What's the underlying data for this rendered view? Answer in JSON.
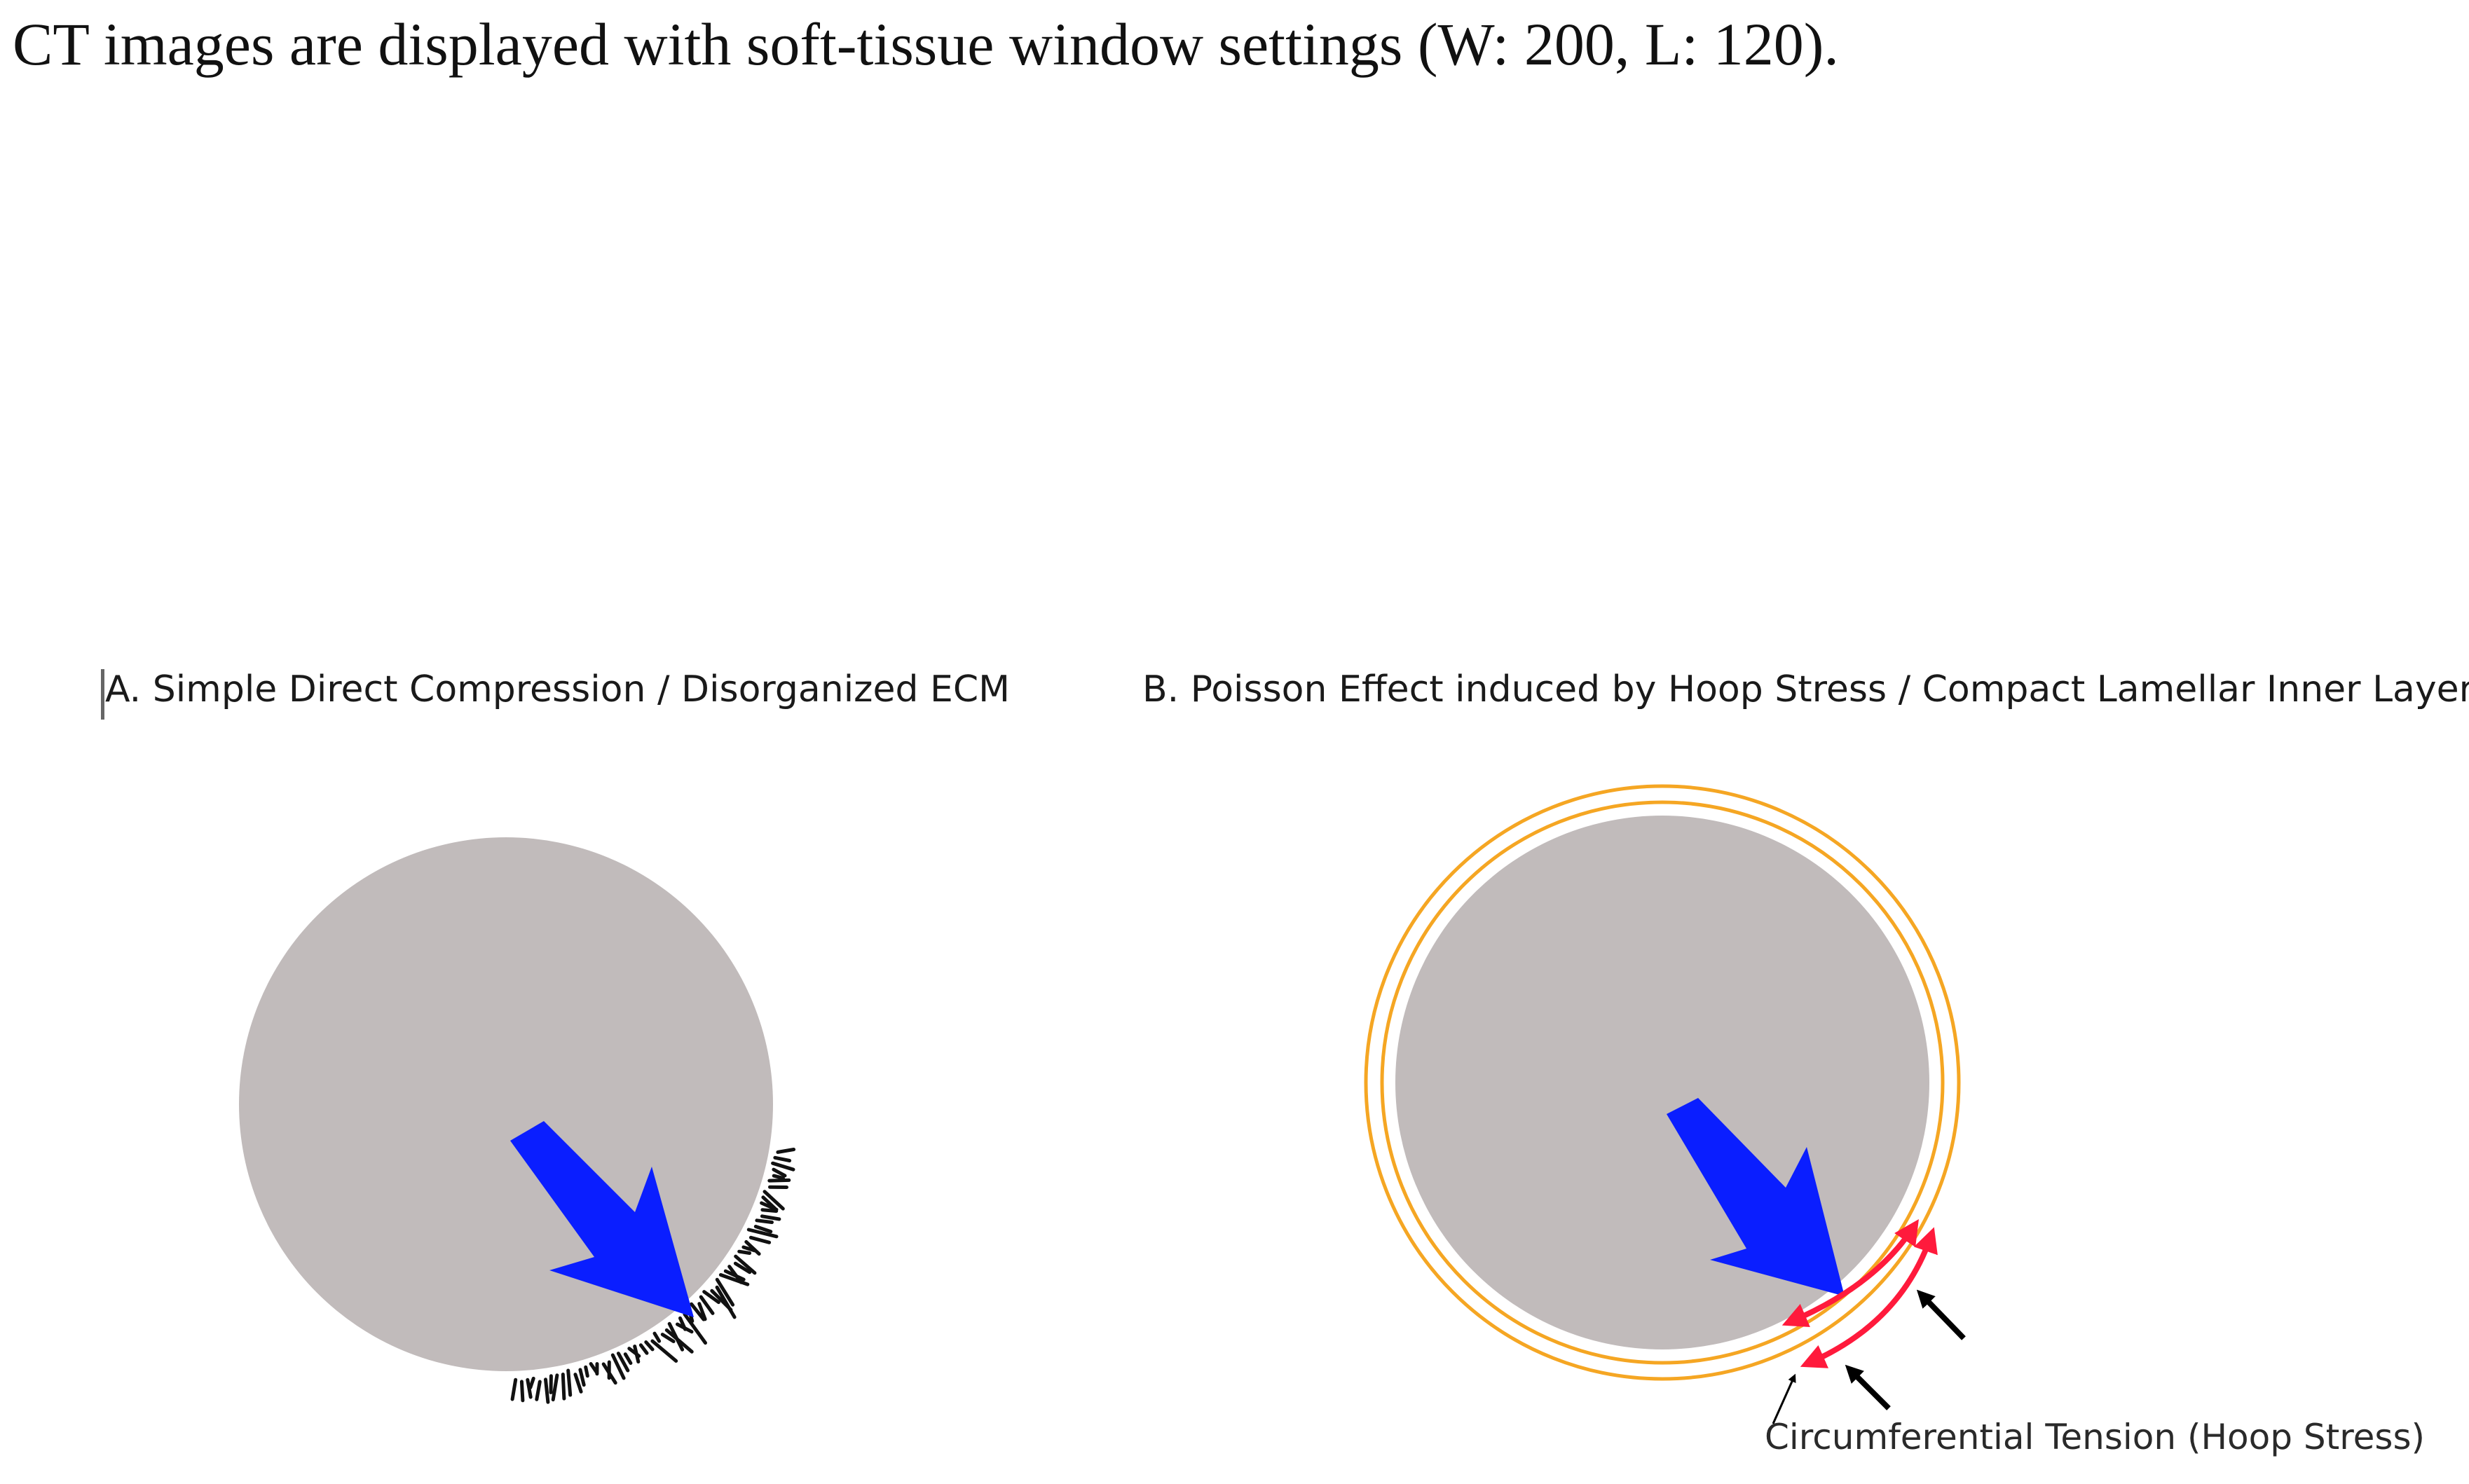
{
  "caption": "CT images are displayed with soft-tissue window settings (W: 200, L: 120).",
  "panel_a": {
    "title": "A. Simple Direct Compression / Disorganized ECM"
  },
  "panel_b": {
    "title": "B. Poisson Effect induced by Hoop Stress / Compact Lamellar Inner Layer",
    "annotation": "Circumferential Tension (Hoop Stress)"
  },
  "colors": {
    "tissue": "#c1bbbb",
    "compression_arrow": "#0a1eff",
    "lamellar_ring": "#f5a623",
    "tension_arrow": "#ff1a3c",
    "pointer_arrow": "#000000"
  }
}
